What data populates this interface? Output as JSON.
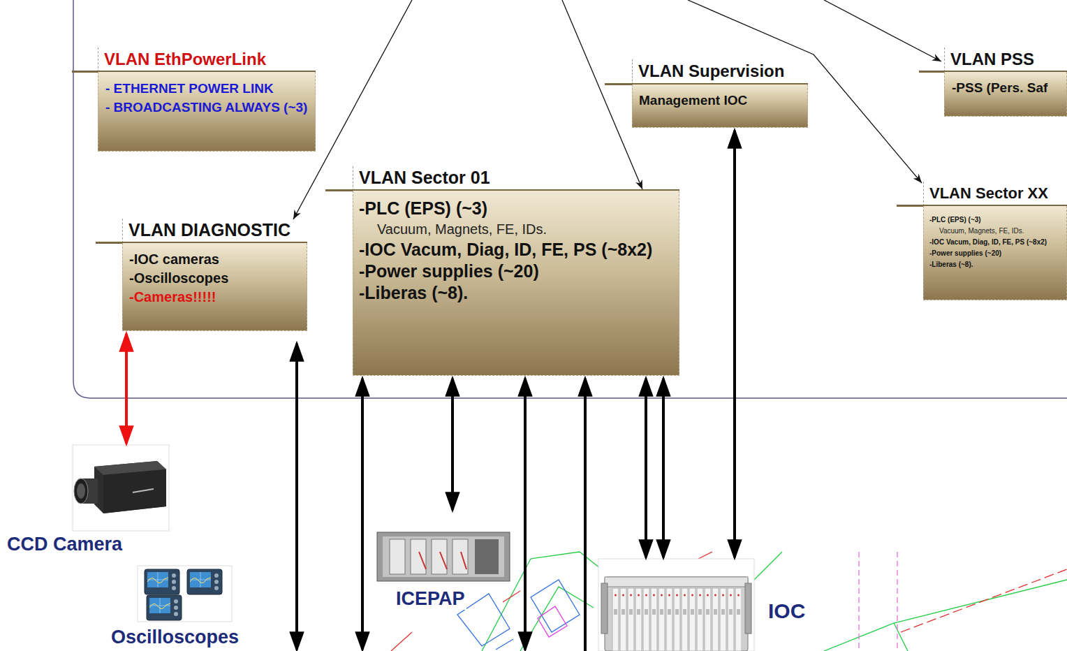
{
  "diagram": {
    "nodes": [
      {
        "text": [
          "VLAN EthPowerLink",
          "- ETHERNET POWER LINK",
          "- BROADCASTING ALWAYS (~3)"
        ]
      },
      {
        "text": [
          "VLAN Supervision",
          "Management IOC"
        ]
      },
      {
        "text": [
          "VLAN PSS",
          "-PSS (Pers. Saf"
        ]
      },
      {
        "text": [
          "VLAN Sector 01",
          "-PLC (EPS) (~3)",
          "Vacuum, Magnets, FE, IDs.",
          "-IOC Vacum, Diag, ID, FE, PS (~8x2)",
          "-Power supplies (~20)",
          "-Liberas (~8)."
        ]
      },
      {
        "text": [
          "VLAN Sector XX",
          "-PLC (EPS) (~3)",
          "Vacuum, Magnets, FE, IDs.",
          "-IOC Vacum, Diag, ID, FE, PS (~8x2)",
          "-Power supplies (~20)",
          "-Liberas (~8)."
        ]
      },
      {
        "text": [
          "VLAN DIAGNOSTIC",
          "-IOC cameras",
          "-Oscilloscopes",
          "-Cameras!!!!!"
        ]
      },
      {
        "text": [
          "CCD Camera"
        ]
      },
      {
        "text": [
          "ICEPAP"
        ]
      },
      {
        "text": [
          "IOC"
        ]
      },
      {
        "text": [
          "Oscilloscopes"
        ]
      }
    ],
    "edges": [
      {
        "from": 5,
        "to": 6,
        "arrow": "both"
      },
      {
        "from": 3,
        "to": 7,
        "arrow": "both"
      },
      {
        "from": 3,
        "to": 8,
        "arrow": "both"
      },
      {
        "from": 3,
        "to": 8,
        "arrow": "both"
      },
      {
        "from": 1,
        "to": 8,
        "arrow": "both"
      }
    ]
  }
}
